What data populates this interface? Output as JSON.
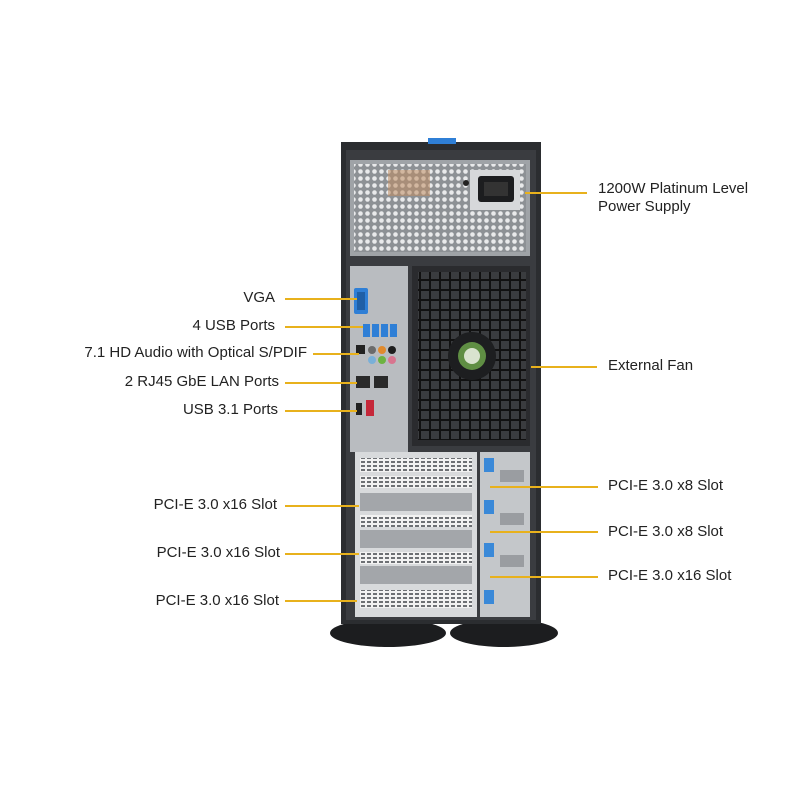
{
  "colors": {
    "leader": "#e8b11c",
    "chassis": "#2b2d30",
    "panel": "#b9bcc0",
    "psu": "#9fa3a7",
    "fan": "#1b1c1e",
    "usb_blue": "#2f7fd6",
    "latch_blue": "#3a89d8"
  },
  "callouts": {
    "psu": {
      "line1": "1200W Platinum Level",
      "line2": "Power Supply"
    },
    "fan": "External Fan",
    "vga": "VGA",
    "usb4": "4 USB Ports",
    "audio": "7.1 HD Audio with Optical S/PDIF",
    "lan": "2 RJ45 GbE LAN Ports",
    "usb31": "USB 3.1 Ports",
    "pcie_left_1": "PCI-E 3.0 x16 Slot",
    "pcie_left_2": "PCI-E 3.0 x16 Slot",
    "pcie_left_3": "PCI-E 3.0 x16 Slot",
    "pcie_right_1": "PCI-E 3.0 x8 Slot",
    "pcie_right_2": "PCI-E 3.0 x8 Slot",
    "pcie_right_3": "PCI-E 3.0 x16 Slot"
  }
}
